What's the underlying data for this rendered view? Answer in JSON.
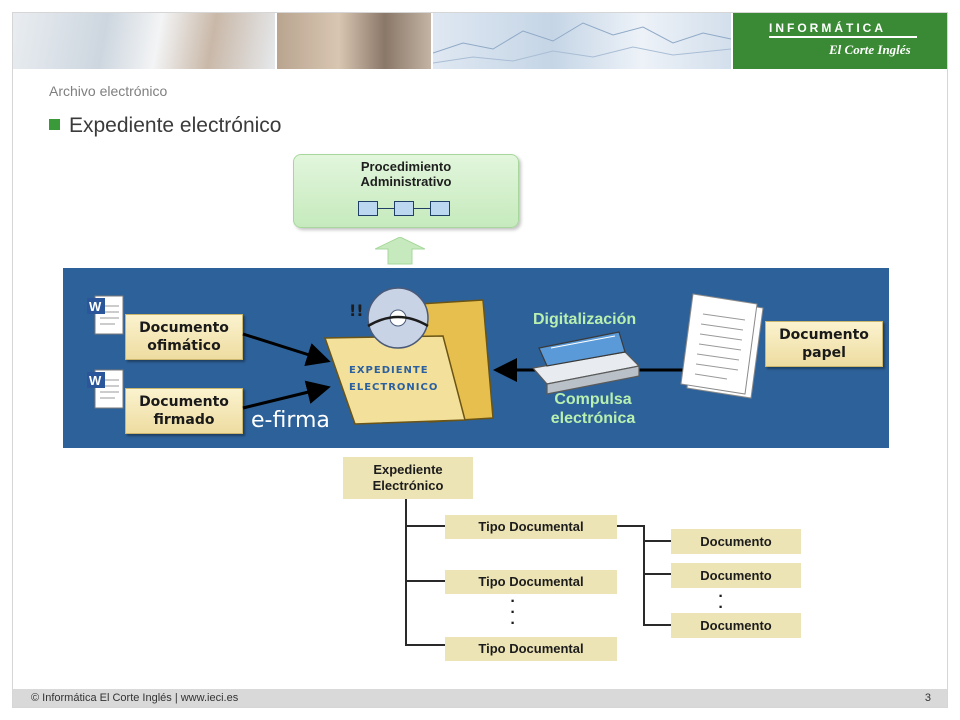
{
  "brand": {
    "name": "INFORMÁTICA",
    "sub": "El Corte Inglés",
    "color": "#3a8a35"
  },
  "breadcrumb": "Archivo electrónico",
  "title": "Expediente electrónico",
  "procedure": {
    "label": "Procedimiento Administrativo"
  },
  "band": {
    "color": "#2d6199",
    "doc_ofimatico": "Documento ofimático",
    "doc_firmado": "Documento firmado",
    "efirma": "e-firma",
    "folder_line1": "EXPEDIENTE",
    "folder_line2": "ELECTRONICO",
    "digitalizacion": "Digitalización",
    "compulsa": "Compulsa electrónica",
    "doc_papel": "Documento papel"
  },
  "hierarchy": {
    "root": "Expediente Electrónico",
    "tipos": [
      "Tipo Documental",
      "Tipo Documental",
      "Tipo Documental"
    ],
    "documentos": [
      "Documento",
      "Documento",
      "Documento"
    ]
  },
  "footer": {
    "text": "© Informática El Corte Inglés | www.ieci.es",
    "page": "3"
  }
}
